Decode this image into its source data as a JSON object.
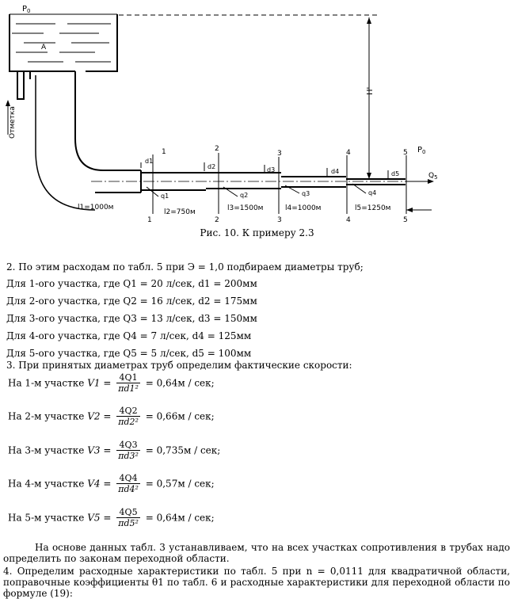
{
  "figure": {
    "labels": {
      "p0_tank": "P",
      "p0_tank_sub": "0",
      "a": "A",
      "h": "H'",
      "vertical": "Отметка",
      "p0_out": "P",
      "p0_out_sub": "0",
      "q5": "Q",
      "q5_sub": "5",
      "sections": [
        "1",
        "2",
        "3",
        "4",
        "5"
      ],
      "diameters": [
        "d1",
        "d2",
        "d3",
        "d4",
        "d5"
      ],
      "flows": [
        "q1",
        "q2",
        "q3",
        "q4"
      ],
      "lengths": [
        "l1=1000м",
        "l2=750м",
        "l3=1500м",
        "l4=1000м",
        "l5=1250м"
      ]
    },
    "caption": "Рис. 10. К примеру 2.3"
  },
  "text": {
    "p2": "2. По этим расходам по табл. 5 при Э = 1,0  подбираем диаметры труб;",
    "rows": [
      "Для 1-ого участка, где Q1 = 20 л/сек, d1 = 200мм",
      "Для 2-ого участка, где Q2 = 16 л/сек, d2 = 175мм",
      "Для 3-ого участка, где Q3 = 13 л/сек, d3 = 150мм",
      "Для 4-ого участка, где Q4 = 7 л/сек, d4 = 125мм",
      "Для 5-ого участка, где Q5 = 5 л/сек, d5 = 100мм"
    ],
    "p3": "3. При принятых  диаметрах труб определим фактические скорости:",
    "eqs": [
      {
        "prefix": "На 1-м участке",
        "v": "V1 =",
        "num": "4Q1",
        "den": "πd1²",
        "res": "= 0,64м / сек;"
      },
      {
        "prefix": "На 2-м участке",
        "v": "V2 =",
        "num": "4Q2",
        "den": "πd2²",
        "res": "= 0,66м / сек;"
      },
      {
        "prefix": "На 3-м участке",
        "v": "V3 =",
        "num": "4Q3",
        "den": "πd3²",
        "res": "= 0,735м / сек;"
      },
      {
        "prefix": "На 4-м участке",
        "v": "V4 =",
        "num": "4Q4",
        "den": "πd4²",
        "res": "= 0,57м / сек;"
      },
      {
        "prefix": "На 5-м участке",
        "v": "V5 =",
        "num": "4Q5",
        "den": "πd5²",
        "res": "= 0,64м / сек;"
      }
    ],
    "p_basis": "На основе данных табл. 3 устанавливаем, что на всех участках сопротивления в трубах надо определить по законам переходной области.",
    "p4": "4. Определим расходные характеристики по табл. 5 при n = 0,0111 для квадратичной области, поправочные коэффициенты θ1 по табл. 6 и расходные характеристики для переходной области по формуле (19):"
  }
}
